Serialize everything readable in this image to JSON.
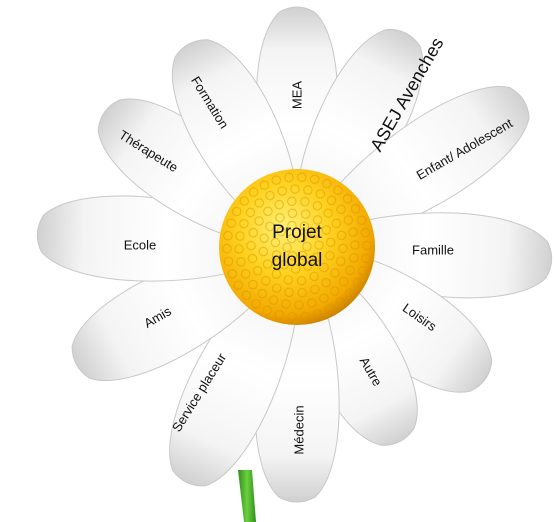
{
  "center": {
    "line1": "Projet",
    "line2": "global"
  },
  "petals": [
    {
      "key": "mea",
      "label": "MEA"
    },
    {
      "key": "asej",
      "label": "ASEJ Avenches"
    },
    {
      "key": "enfant",
      "label": "Enfant/ Adolescent"
    },
    {
      "key": "famille",
      "label": "Famille"
    },
    {
      "key": "loisirs",
      "label": "Loisirs"
    },
    {
      "key": "autre",
      "label": "Autre"
    },
    {
      "key": "medecin",
      "label": "Médecin"
    },
    {
      "key": "service",
      "label": "Service placeur"
    },
    {
      "key": "amis",
      "label": "Amis"
    },
    {
      "key": "ecole",
      "label": "Ecole"
    },
    {
      "key": "therapeute",
      "label": "Thérapeute"
    },
    {
      "key": "formation",
      "label": "Formation"
    }
  ],
  "colors": {
    "petal": "#ffffff",
    "petal_shade": "#d9d9d9",
    "center_light": "#ffe04a",
    "center_dark": "#e39c00",
    "stem": "#4caf2f"
  }
}
